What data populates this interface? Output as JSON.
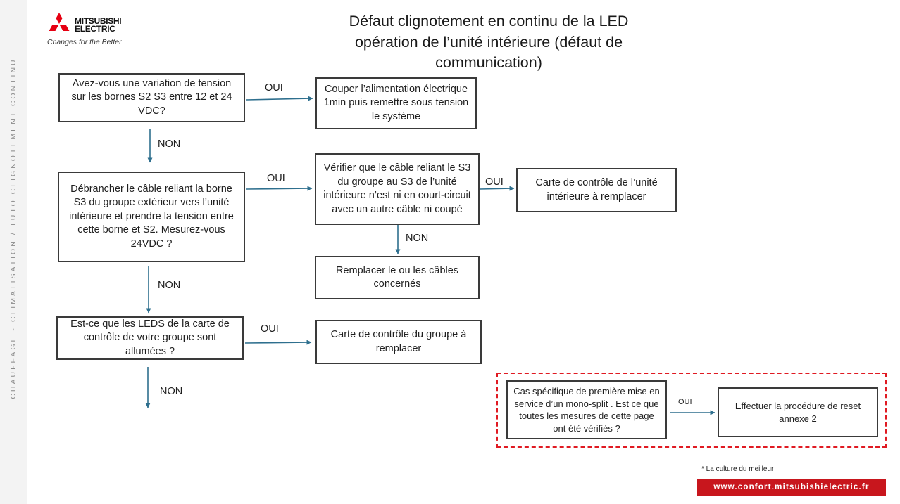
{
  "sidebar": {
    "text": "CHAUFFAGE - CLIMATISATION / TUTO CLIGNOTEMENT CONTINU"
  },
  "logo": {
    "line1": "MITSUBISHI",
    "line2": "ELECTRIC",
    "tagline": "Changes for the Better",
    "colors": {
      "mark": "#e60012"
    }
  },
  "title": {
    "line1": "Défaut clignotement en continu de la LED",
    "line2": "opération de l’unité intérieure (défaut de",
    "line3": "communication)"
  },
  "flow": {
    "q1": "Avez-vous une variation de tension sur les bornes S2 S3 entre 12 et 24 VDC?",
    "a1": "Couper l’alimentation électrique 1min puis remettre sous tension le système",
    "q2": "Débrancher le câble  reliant la borne S3 du groupe extérieur vers l’unité intérieure et prendre la tension entre cette borne et S2. Mesurez-vous 24VDC ?",
    "q3": "Vérifier que le câble reliant le S3 du groupe au S3 de l’unité intérieure n’est ni en court-circuit avec un autre câble ni coupé",
    "a3": "Carte de contrôle de l’unité intérieure à remplacer",
    "a4": "Remplacer le ou les câbles concernés",
    "q5": "Est-ce que les LEDS de la carte de contrôle de votre groupe sont allumées ?",
    "a5": "Carte de contrôle du groupe à remplacer",
    "q6": "Cas spécifique de première mise en service d’un mono-split . Est ce que  toutes les mesures de cette page ont été vérifiés ?",
    "a6": "Effectuer la procédure de reset annexe 2"
  },
  "labels": {
    "oui1": "OUI",
    "non1": "NON",
    "oui2": "OUI",
    "oui3": "OUI",
    "non3": "NON",
    "non2": "NON",
    "oui5": "OUI",
    "non5": "NON",
    "oui6": "OUI"
  },
  "footer": {
    "note": "* La culture du meilleur",
    "website": "www.confort.mitsubishielectric.fr"
  },
  "colors": {
    "arrow": "#2e6f8e",
    "box_border": "#3a3a3a",
    "dashed_border": "#e01a22",
    "website_bar": "#c8161d"
  }
}
